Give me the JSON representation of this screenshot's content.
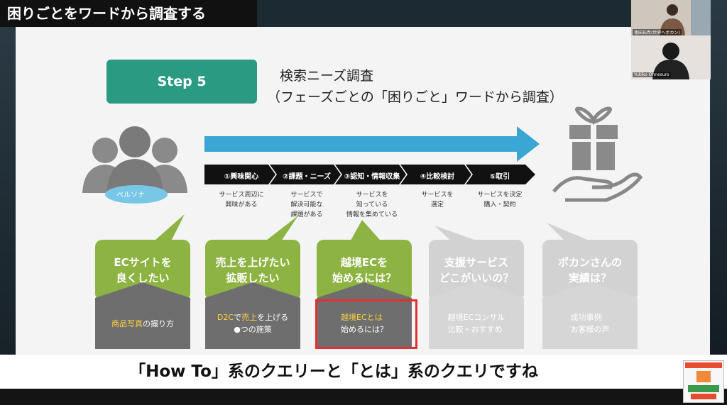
{
  "title": "困りごとをワードから調査する",
  "step_badge": "Step 5",
  "heading": {
    "line1": "検索ニーズ調査",
    "line2": "（フェーズごとの「困りごと」ワードから調査）"
  },
  "persona_label": "ペルソナ",
  "phases": [
    {
      "label": "①興味関心",
      "desc": [
        "サービス周辺に",
        "興味がある"
      ]
    },
    {
      "label": "②課題・ニーズ",
      "desc": [
        "サービスで",
        "解決可能な",
        "課題がある"
      ]
    },
    {
      "label": "③認知・情報収集",
      "desc": [
        "サービスを",
        "知っている",
        "情報を集めている"
      ]
    },
    {
      "label": "④比較検討",
      "desc": [
        "サービスを",
        "選定"
      ]
    },
    {
      "label": "⑤取引",
      "desc": [
        "サービスを決定",
        "購入・契約"
      ]
    }
  ],
  "bubbles": [
    {
      "line1": "ECサイトを",
      "line2": "良くしたい",
      "style": "green"
    },
    {
      "line1": "売上を上げたい",
      "line2": "拡販したい",
      "style": "green"
    },
    {
      "line1": "越境ECを",
      "line2": "始めるには？",
      "style": "green"
    },
    {
      "line1": "支援サービス",
      "line2": "どこがいいの？",
      "style": "grey"
    },
    {
      "line1": "ポカンさんの",
      "line2": "実績は？",
      "style": "grey"
    }
  ],
  "houses": [
    {
      "line1_a": "商品写真",
      "line1_b": "の撮り方",
      "line2": ""
    },
    {
      "line1_a": "D2C",
      "line1_mid": "で",
      "line1_c": "売上",
      "line1_d": "を上げる",
      "line2": "●つの施策"
    },
    {
      "line1": "越境ECとは",
      "line2": "始めるには？"
    },
    {
      "line1": "越境ECコンサル",
      "line2": "比較・おすすめ"
    },
    {
      "line1": "成功事例",
      "line2": "お客様の声"
    }
  ],
  "subtitle": "「How To」系のクエリーと「とは」系のクエリですね",
  "participants": [
    {
      "name": "徳田祐希(世界へボカン)"
    },
    {
      "name": "Yukiko Ohnesuro"
    }
  ],
  "colors": {
    "teal": "#2b9a83",
    "arrow_blue": "#3aa6d4",
    "green": "#8db443",
    "highlight_red": "#e53030",
    "house_dark": "#6e6e6e"
  }
}
